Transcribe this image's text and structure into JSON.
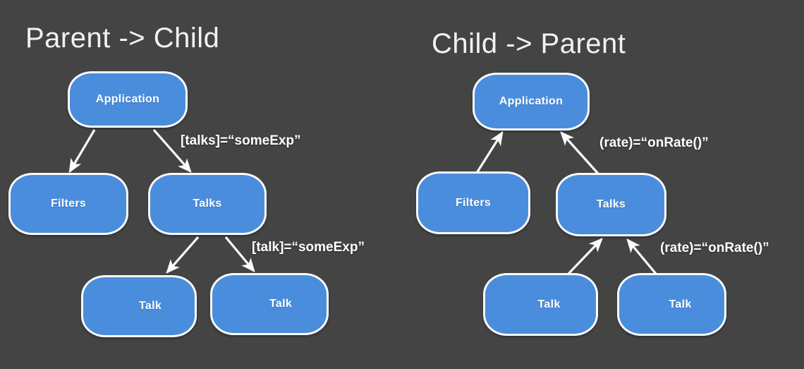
{
  "background_color": "#444444",
  "node_color": "#4a8ddc",
  "node_border_color": "#fbfbfb",
  "text_color": "#ffffff",
  "title_color": "#f2f2f2",
  "panels": {
    "left": {
      "title": "Parent -> Child",
      "nodes": {
        "application": "Application",
        "filters": "Filters",
        "talks": "Talks",
        "talk_left": "Talk",
        "talk_right": "Talk"
      },
      "edge_labels": {
        "upper": "[talks]=“someExp”",
        "lower": "[talk]=“someExp”"
      }
    },
    "right": {
      "title": "Child -> Parent",
      "nodes": {
        "application": "Application",
        "filters": "Filters",
        "talks": "Talks",
        "talk_left": "Talk",
        "talk_right": "Talk"
      },
      "edge_labels": {
        "upper": "(rate)=“onRate()”",
        "lower": "(rate)=“onRate()”"
      }
    }
  }
}
